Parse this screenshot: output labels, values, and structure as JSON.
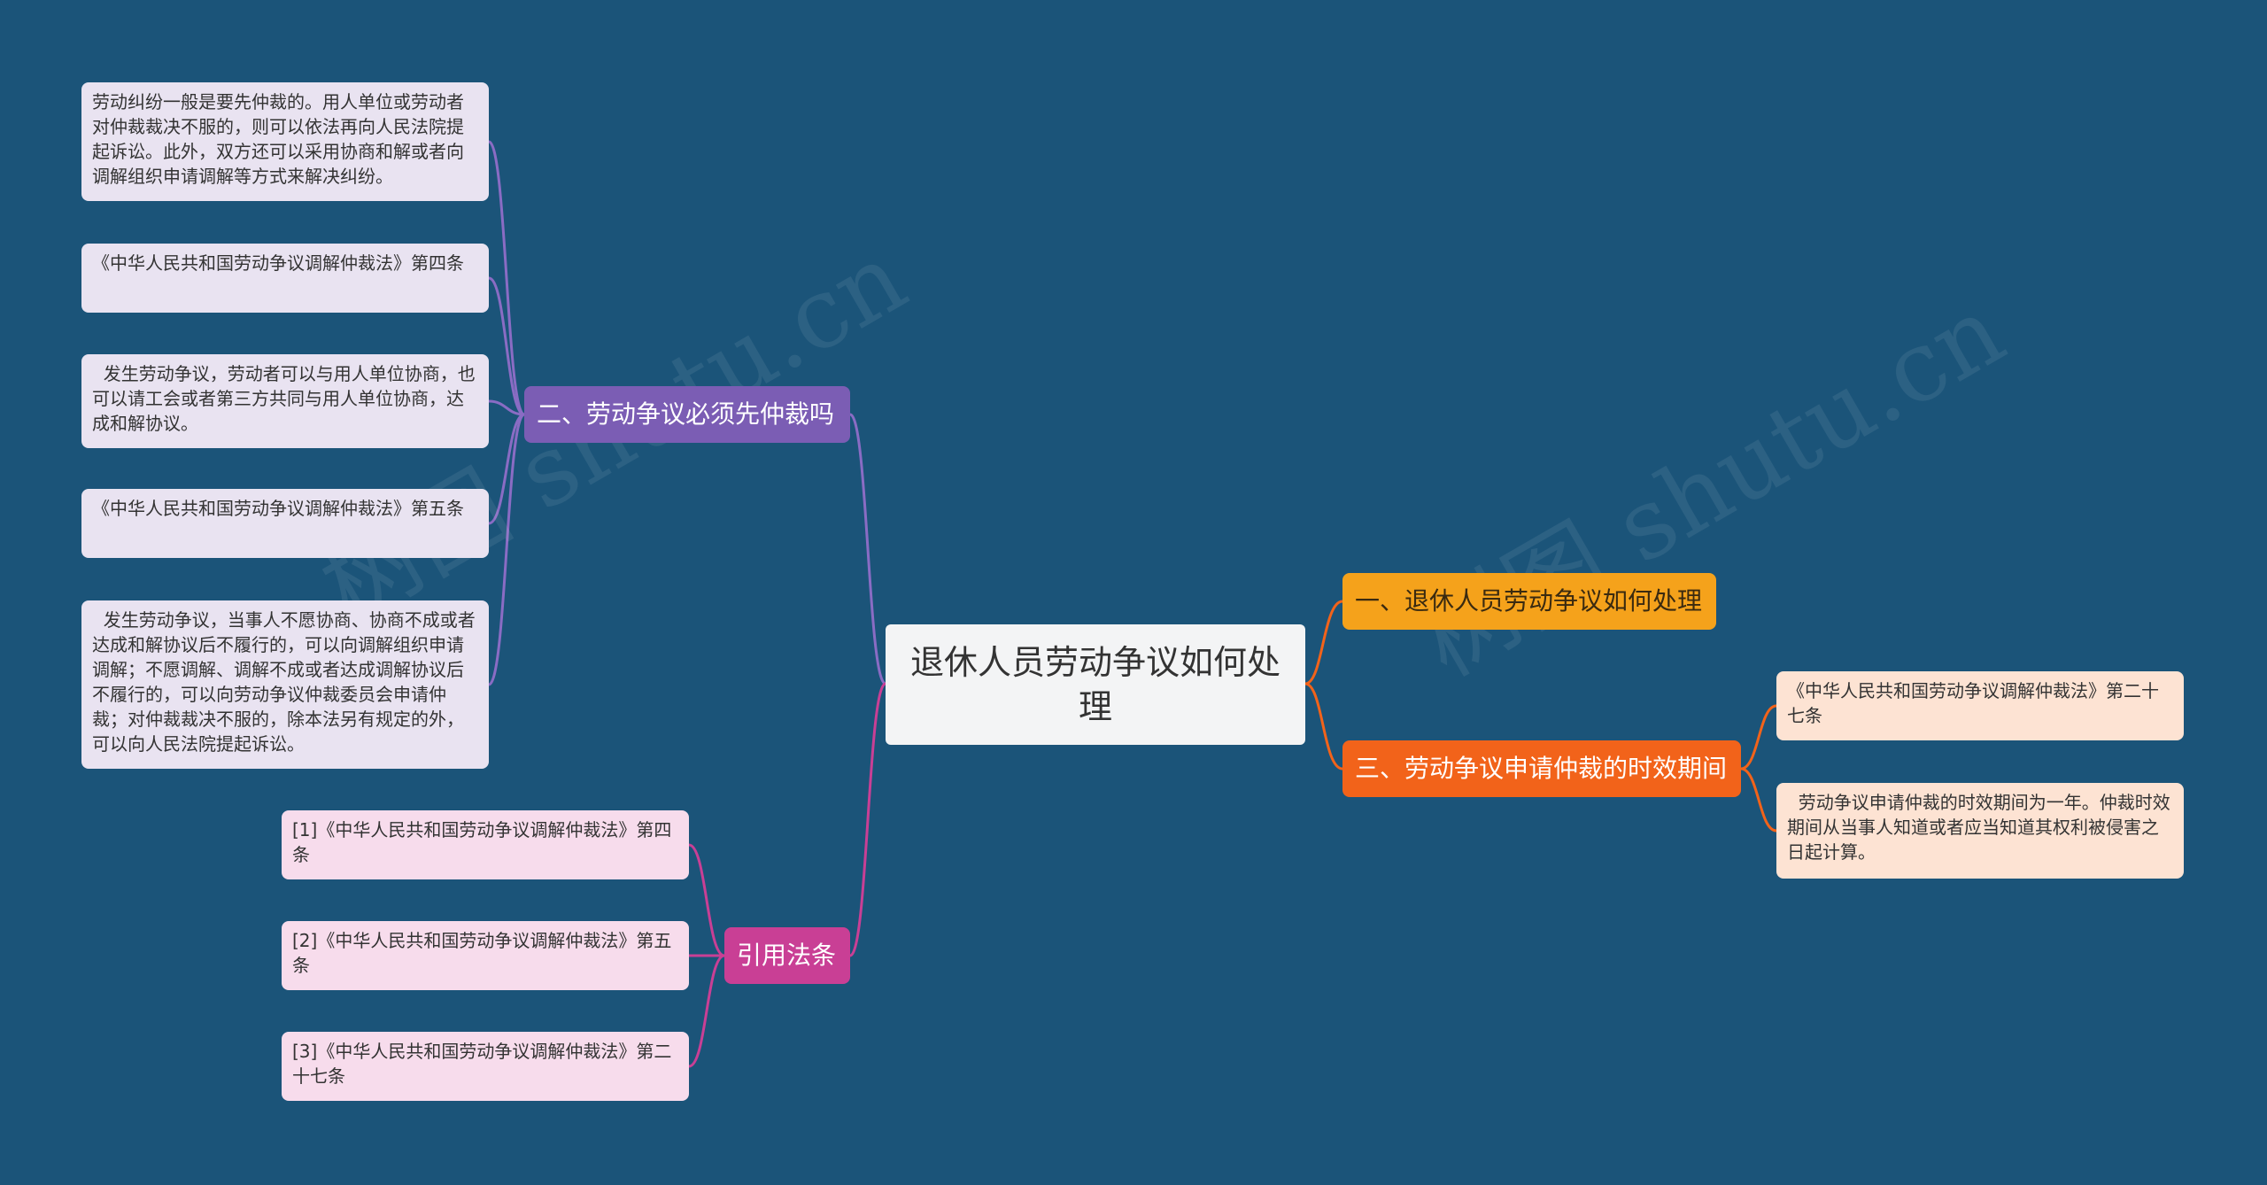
{
  "root": {
    "label": "退休人员劳动争议如何处理"
  },
  "branches": {
    "b1": {
      "label": "一、退休人员劳动争议如何处理"
    },
    "b2": {
      "label": "二、劳动争议必须先仲裁吗"
    },
    "b3": {
      "label": "三、劳动争议申请仲裁的时效期间"
    },
    "b4": {
      "label": "引用法条"
    }
  },
  "leaves": {
    "b2": [
      "劳动纠纷一般是要先仲裁的。用人单位或劳动者对仲裁裁决不服的，则可以依法再向人民法院提起诉讼。此外，双方还可以采用协商和解或者向调解组织申请调解等方式来解决纠纷。",
      "《中华人民共和国劳动争议调解仲裁法》第四条",
      "  发生劳动争议，劳动者可以与用人单位协商，也可以请工会或者第三方共同与用人单位协商，达成和解协议。",
      "《中华人民共和国劳动争议调解仲裁法》第五条",
      "  发生劳动争议，当事人不愿协商、协商不成或者达成和解协议后不履行的，可以向调解组织申请调解；不愿调解、调解不成或者达成调解协议后不履行的，可以向劳动争议仲裁委员会申请仲裁；对仲裁裁决不服的，除本法另有规定的外，可以向人民法院提起诉讼。"
    ],
    "b3": [
      "《中华人民共和国劳动争议调解仲裁法》第二十七条",
      "  劳动争议申请仲裁的时效期间为一年。仲裁时效期间从当事人知道或者应当知道其权利被侵害之日起计算。"
    ],
    "b4": [
      "[1]《中华人民共和国劳动争议调解仲裁法》第四条",
      "[2]《中华人民共和国劳动争议调解仲裁法》第五条",
      "[3]《中华人民共和国劳动争议调解仲裁法》第二十七条"
    ]
  },
  "watermarks": [
    "树图 shutu.cn",
    "树图 shutu.cn"
  ],
  "colors": {
    "background": "#1b5479",
    "orange1": "#f5a21b",
    "orange2": "#f2631a",
    "purple": "#7b5db4",
    "magenta": "#c93f95"
  }
}
